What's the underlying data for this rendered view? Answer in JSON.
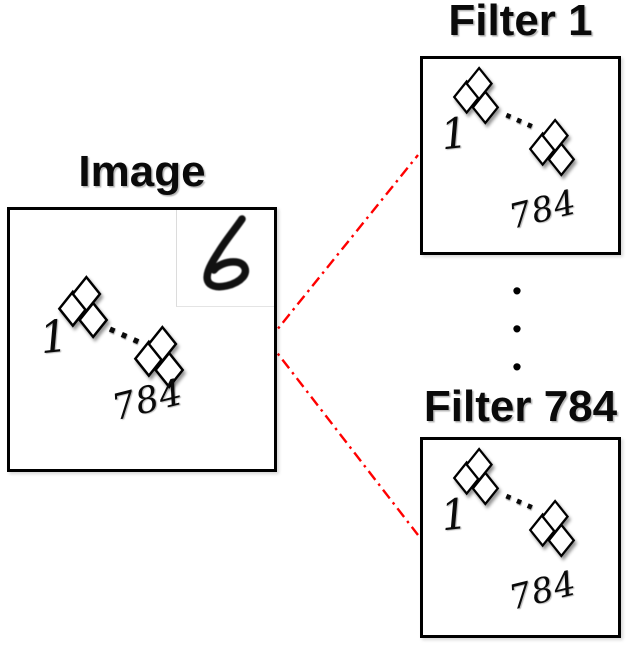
{
  "image_panel": {
    "title": "Image",
    "digit": "6",
    "first_channel": "1",
    "last_channel": "784",
    "ellipsis": "···"
  },
  "filter_first_panel": {
    "title": "Filter 1",
    "first_channel": "1",
    "last_channel": "784",
    "ellipsis": "···"
  },
  "filter_last_panel": {
    "title": "Filter 784",
    "first_channel": "1",
    "last_channel": "784",
    "ellipsis": "···"
  },
  "between_filters_ellipsis": [
    "•",
    "•",
    "•"
  ],
  "colors": {
    "connector": "#FF0000",
    "border": "#000000",
    "background": "#FFFFFF"
  }
}
